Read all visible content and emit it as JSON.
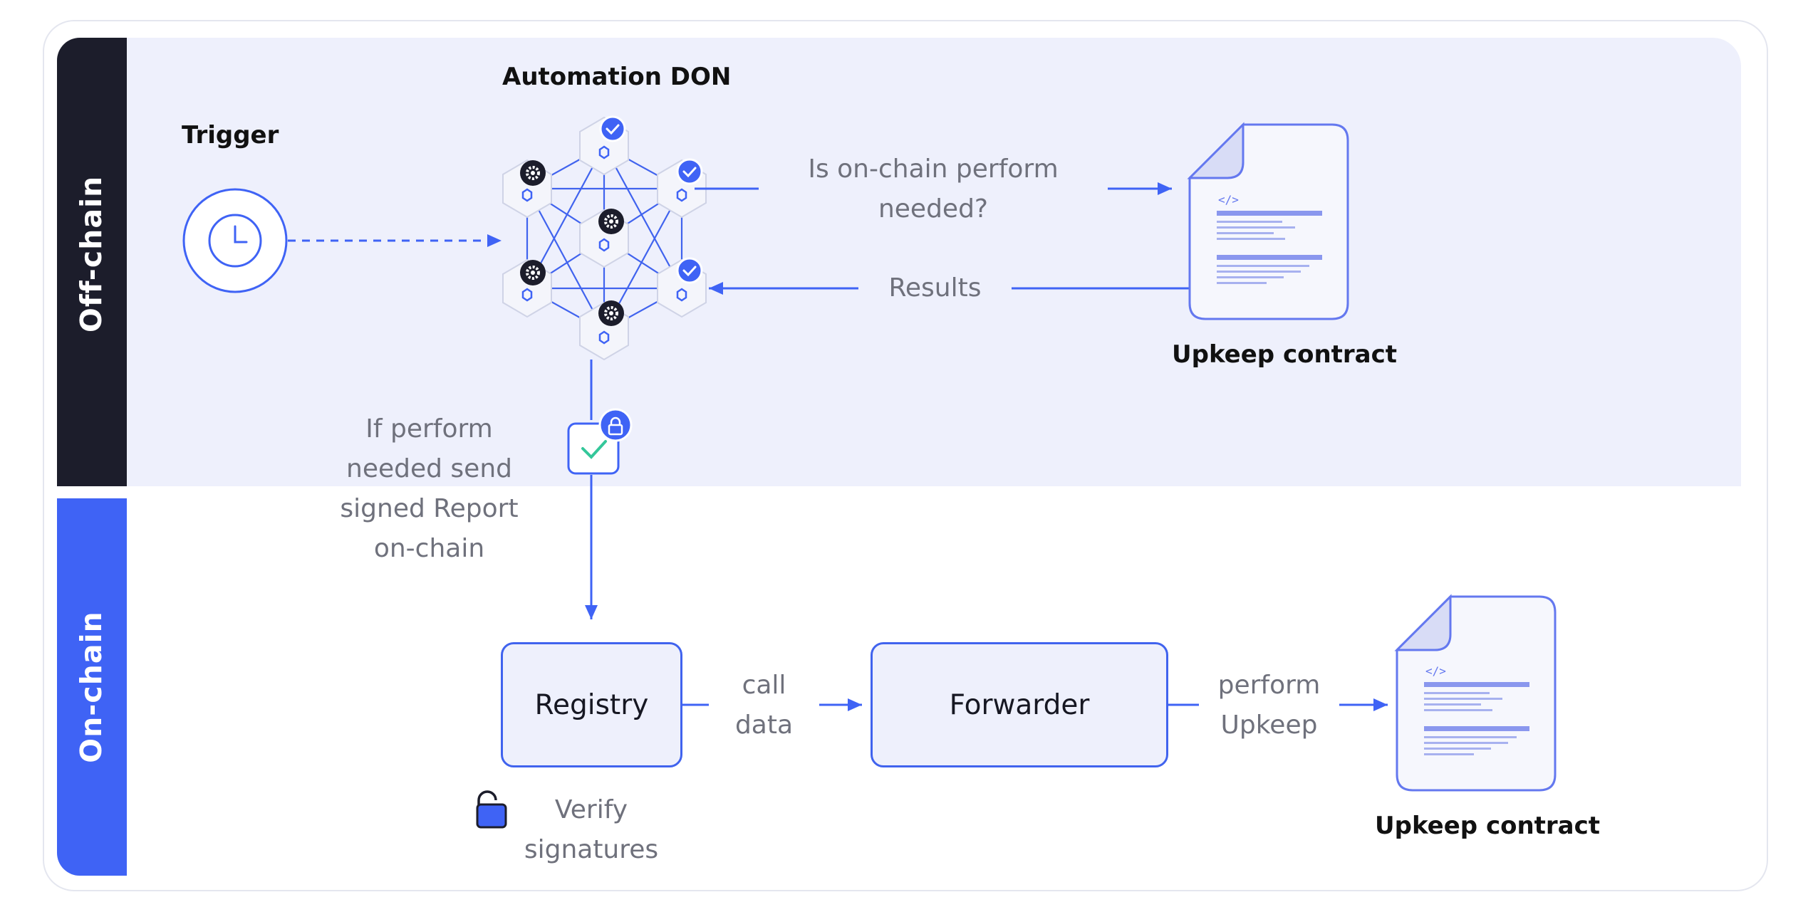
{
  "lanes": {
    "offchain": "Off-chain",
    "onchain": "On-chain"
  },
  "trigger": {
    "label": "Trigger",
    "icon": "clock-icon"
  },
  "don": {
    "label": "Automation DON"
  },
  "query": {
    "line1": "Is on-chain perform",
    "line2": "needed?"
  },
  "results": {
    "label": "Results"
  },
  "upkeep_top": {
    "label": "Upkeep contract",
    "icon": "code-document-icon"
  },
  "report": {
    "line1": "If perform",
    "line2": "needed send",
    "line3": "signed Report",
    "line4": "on-chain"
  },
  "registry": {
    "label": "Registry"
  },
  "verify": {
    "line1": "Verify",
    "line2": "signatures"
  },
  "calldata": {
    "line1": "call",
    "line2": "data"
  },
  "forwarder": {
    "label": "Forwarder"
  },
  "perform": {
    "line1": "perform",
    "line2": "Upkeep"
  },
  "upkeep_bottom": {
    "label": "Upkeep contract",
    "icon": "code-document-icon"
  },
  "colors": {
    "accent": "#3f63f5",
    "dark": "#1c1d2b",
    "offchain_bg": "#eef0fc",
    "check": "#34c79a"
  }
}
